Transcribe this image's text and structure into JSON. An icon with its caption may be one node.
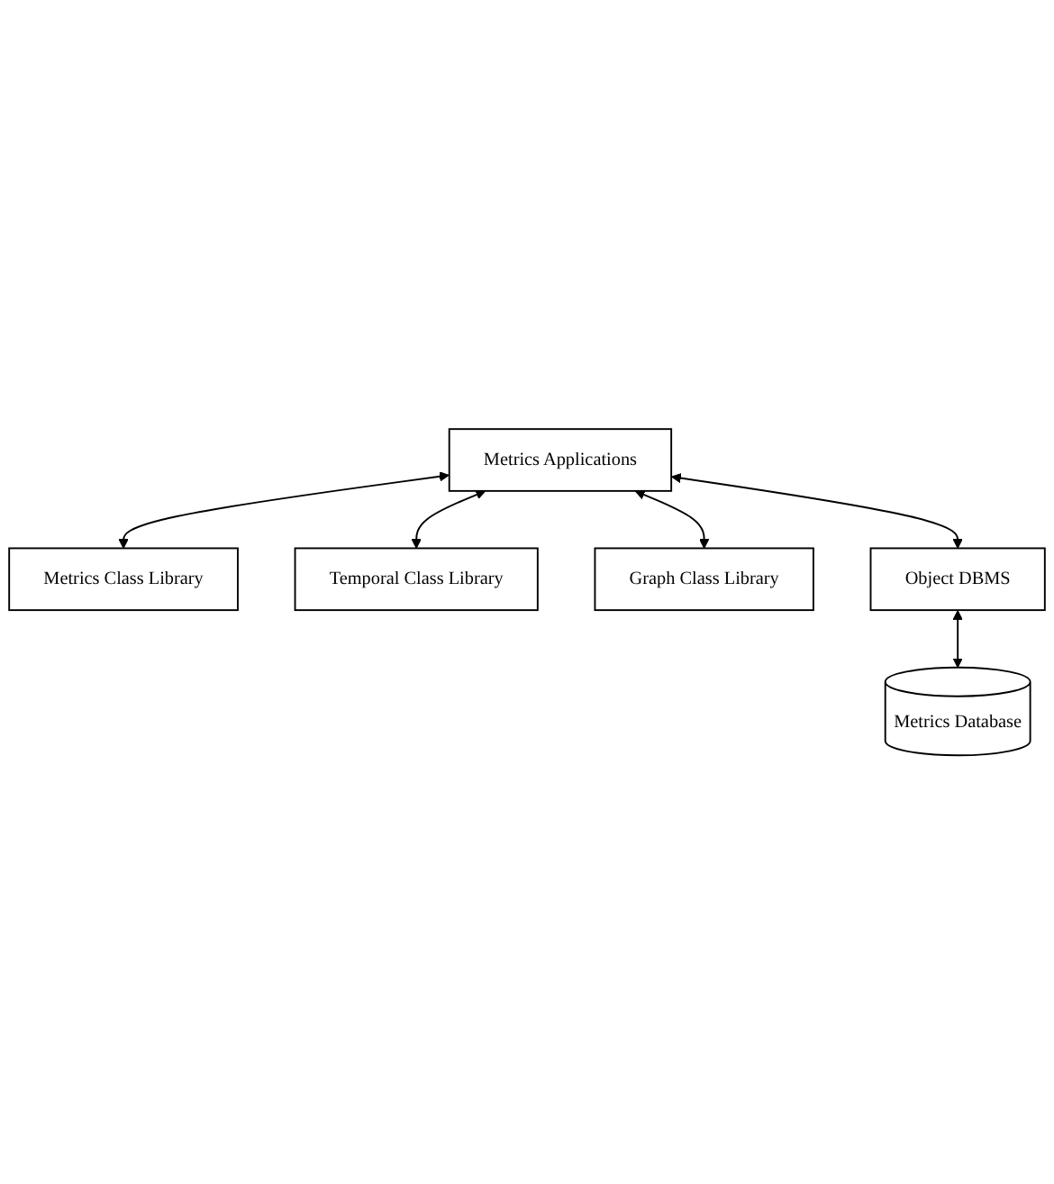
{
  "diagram": {
    "nodes": [
      {
        "text": [
          "Metrics Applications"
        ]
      },
      {
        "text": [
          "Metrics Class Library"
        ]
      },
      {
        "text": [
          "Temporal Class Library"
        ]
      },
      {
        "text": [
          "Graph Class Library"
        ]
      },
      {
        "text": [
          "Object DBMS"
        ]
      },
      {
        "text": [
          "Metrics Database"
        ]
      }
    ],
    "edges": [
      {
        "from": 0,
        "to": 1,
        "arrow": "both"
      },
      {
        "from": 0,
        "to": 2,
        "arrow": "both"
      },
      {
        "from": 0,
        "to": 3,
        "arrow": "both"
      },
      {
        "from": 0,
        "to": 4,
        "arrow": "both"
      },
      {
        "from": 4,
        "to": 5,
        "arrow": "both"
      }
    ]
  }
}
